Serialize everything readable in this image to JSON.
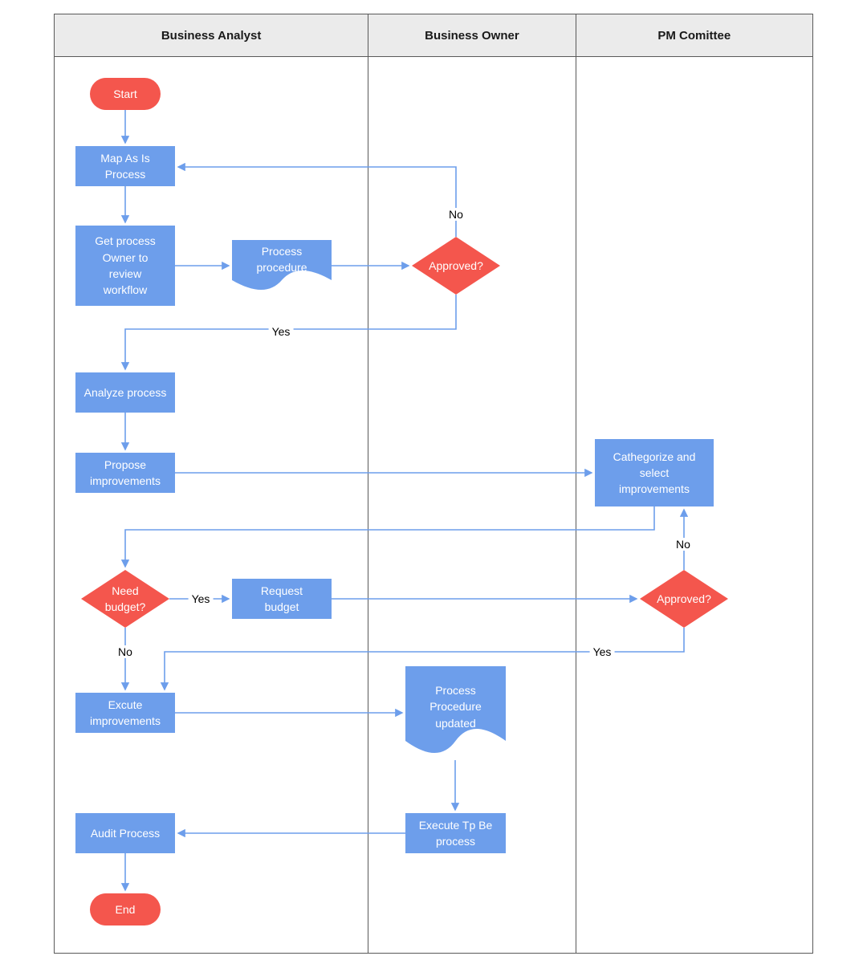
{
  "lanes": [
    {
      "title": "Business Analyst"
    },
    {
      "title": "Business Owner"
    },
    {
      "title": "PM Comittee"
    }
  ],
  "nodes": {
    "start": {
      "label": "Start",
      "type": "terminator"
    },
    "map_as_is": {
      "label": "Map As Is\nProcess",
      "type": "process"
    },
    "get_process_owner": {
      "label": "Get process\nOwner to\nreview\nworkflow",
      "type": "process"
    },
    "process_procedure": {
      "label": "Process\nprocedure",
      "type": "document"
    },
    "approved_1": {
      "label": "Approved?",
      "type": "decision"
    },
    "analyze_process": {
      "label": "Analyze process",
      "type": "process"
    },
    "propose_improvements": {
      "label": "Propose\nimprovements",
      "type": "process"
    },
    "categorize_select": {
      "label": "Cathegorize and\nselect\nimprovements",
      "type": "process"
    },
    "need_budget": {
      "label": "Need\nbudget?",
      "type": "decision"
    },
    "request_budget": {
      "label": "Request\nbudget",
      "type": "process"
    },
    "approved_2": {
      "label": "Approved?",
      "type": "decision"
    },
    "execute_improvements": {
      "label": "Excute\nimprovements",
      "type": "process"
    },
    "process_procedure_updated": {
      "label": "Process\nProcedure\nupdated",
      "type": "document"
    },
    "execute_to_be": {
      "label": "Execute Tp Be\nprocess",
      "type": "process"
    },
    "audit_process": {
      "label": "Audit Process",
      "type": "process"
    },
    "end": {
      "label": "End",
      "type": "terminator"
    }
  },
  "edge_labels": [
    {
      "id": "approved1-no",
      "text": "No"
    },
    {
      "id": "approved1-yes",
      "text": "Yes"
    },
    {
      "id": "need-budget-yes",
      "text": "Yes"
    },
    {
      "id": "need-budget-no",
      "text": "No"
    },
    {
      "id": "approved2-no",
      "text": "No"
    },
    {
      "id": "approved2-yes",
      "text": "Yes"
    }
  ],
  "colors": {
    "process_fill": "#6d9eeb",
    "decision_fill": "#f4564d",
    "terminator_fill": "#f4564d",
    "connector": "#6d9eeb",
    "lane_header_bg": "#ebebeb",
    "lane_border": "#595959",
    "node_text": "#ffffff",
    "label_text": "#000000"
  }
}
